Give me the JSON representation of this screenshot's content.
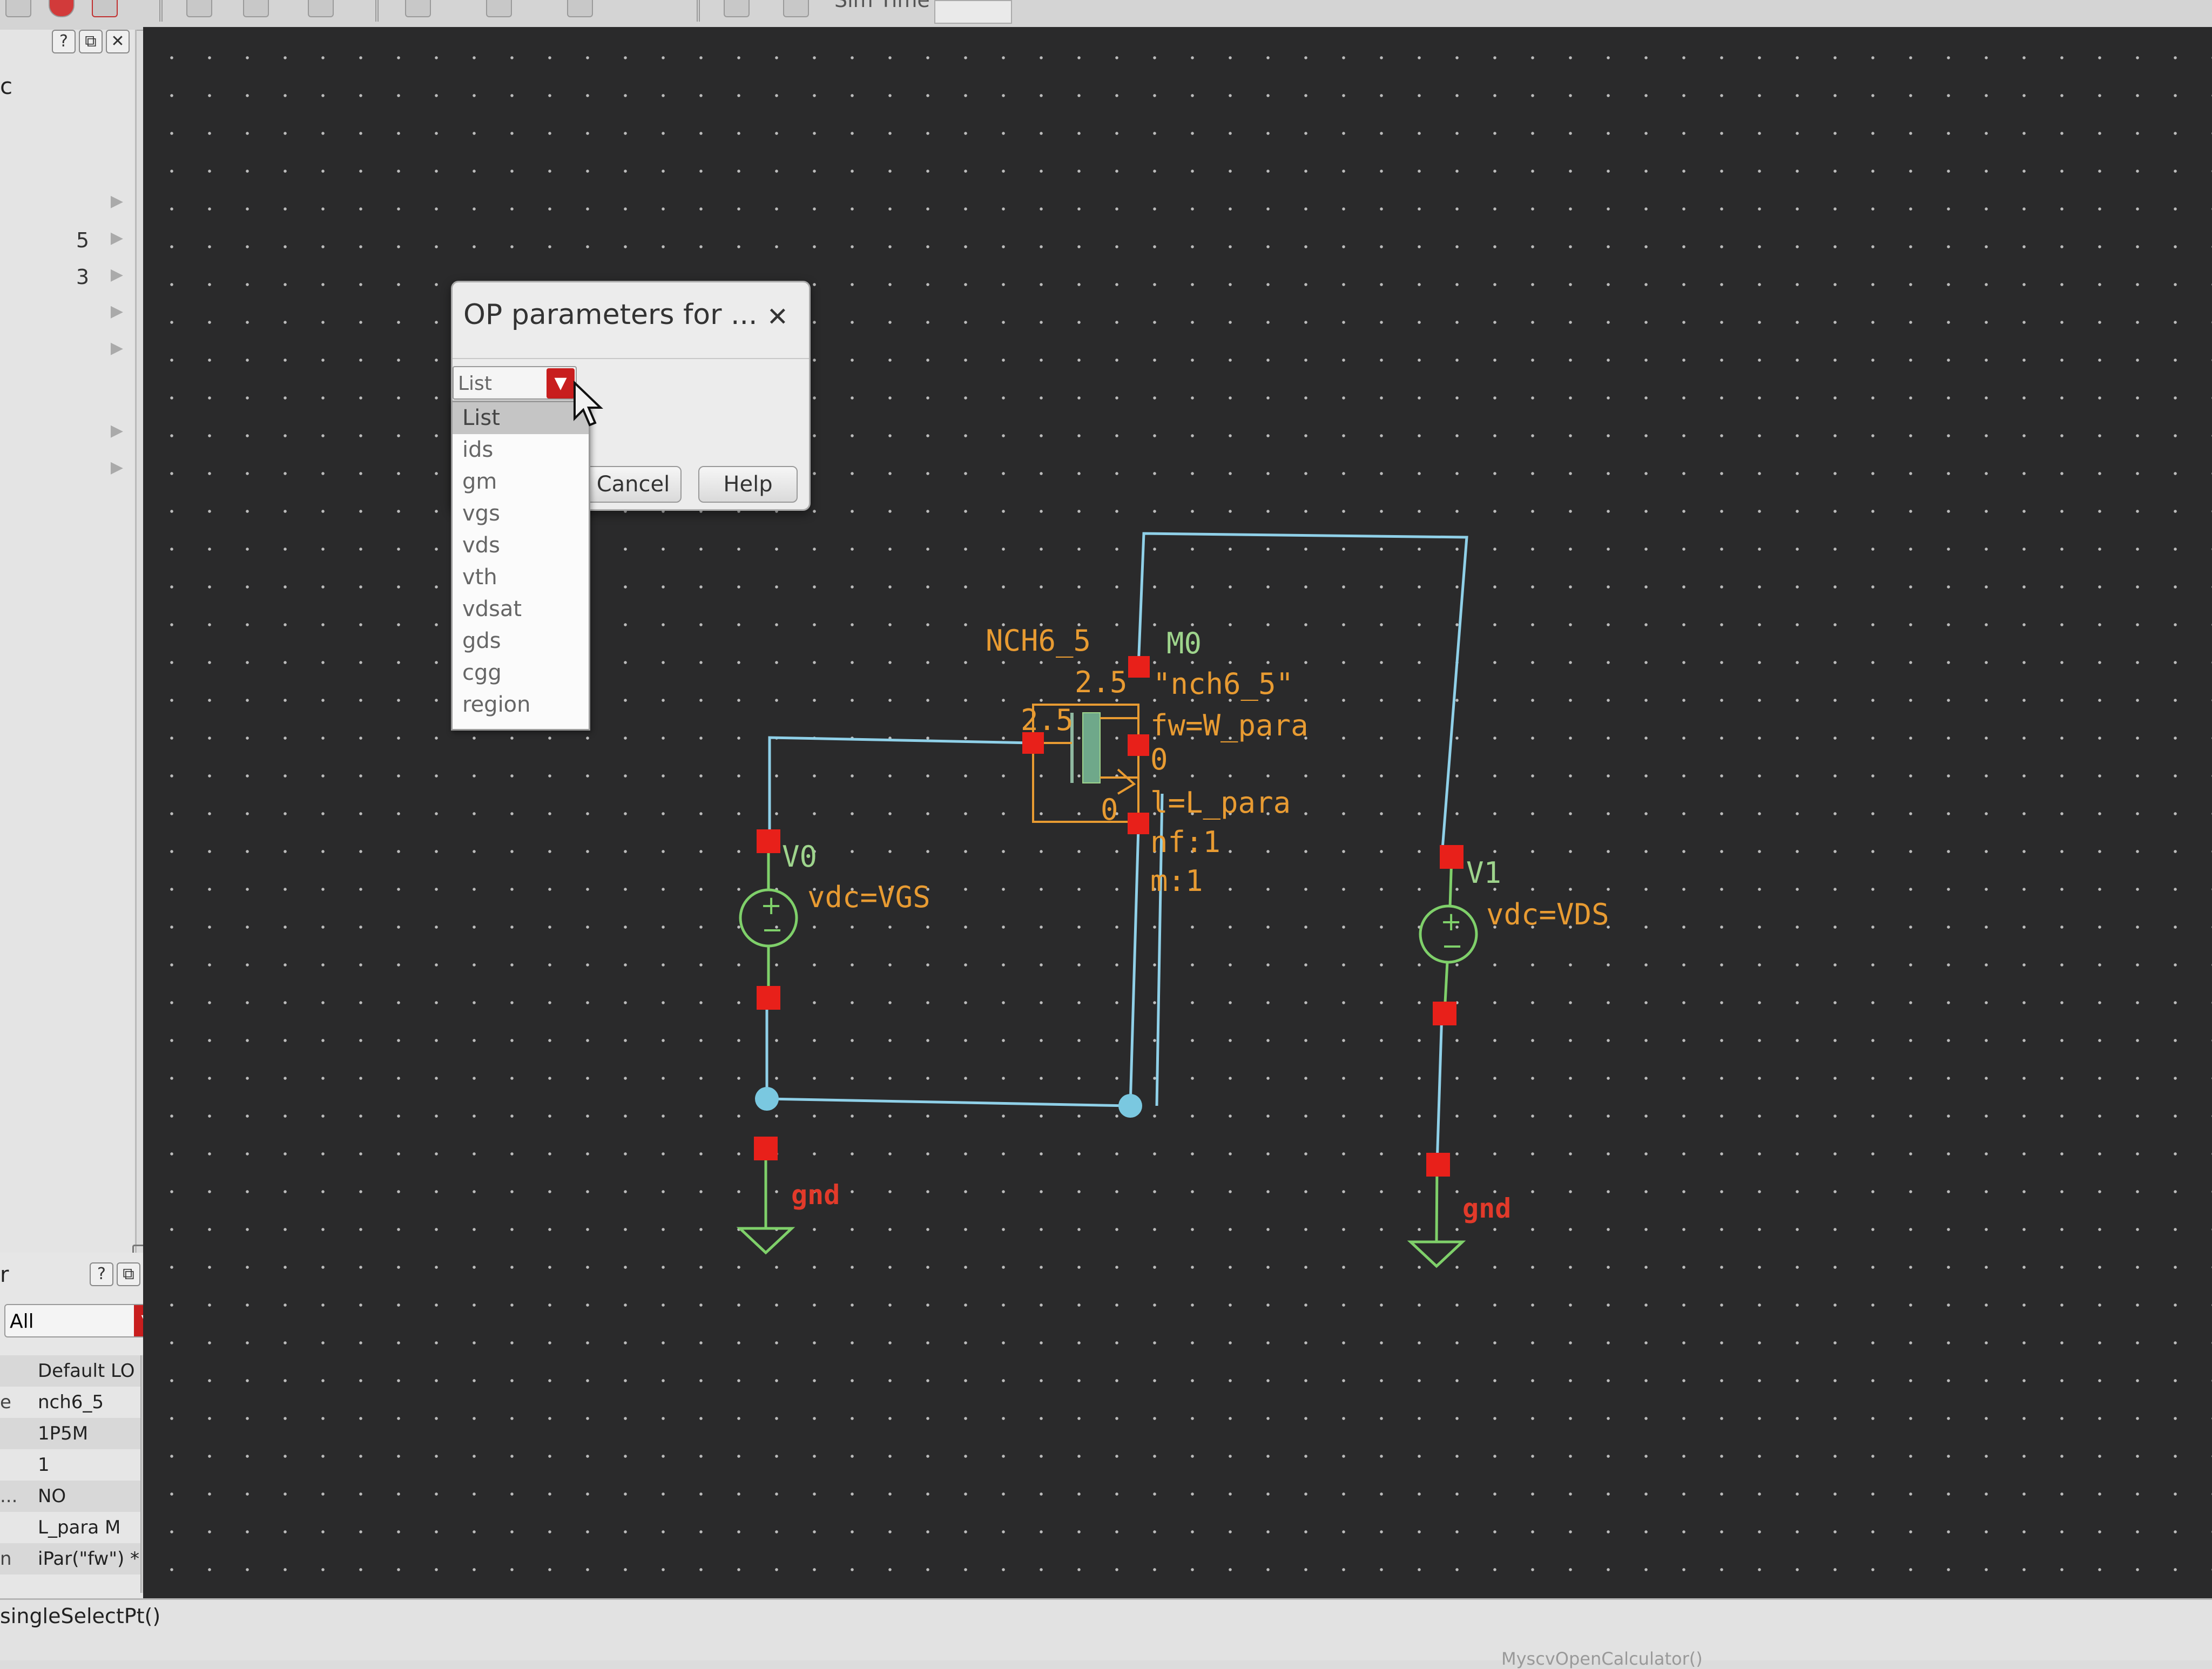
{
  "toolbar": {
    "simtime_label": "Sim Time"
  },
  "left_top_panel": {
    "title": "c",
    "rows": [
      {
        "num": ""
      },
      {
        "num": "5"
      },
      {
        "num": "3"
      },
      {
        "num": ""
      },
      {
        "num": ""
      },
      {
        "num": ""
      },
      {
        "num": ""
      }
    ],
    "buttons": {
      "help": "?",
      "float": "⧉",
      "close": "✕"
    }
  },
  "property_panel": {
    "title": "r",
    "filter_value": "All",
    "rows": [
      {
        "key": "",
        "value": "Default LO"
      },
      {
        "key": "e",
        "value": "nch6_5"
      },
      {
        "key": "",
        "value": "1P5M"
      },
      {
        "key": "",
        "value": "1"
      },
      {
        "key": "...",
        "value": "NO"
      },
      {
        "key": "",
        "value": "L_para M"
      },
      {
        "key": "n",
        "value": "iPar(\"fw\") *"
      }
    ]
  },
  "statusbar": {
    "left_text": "singleSelectPt()",
    "right_text": "MyscvOpenCalculator()"
  },
  "op_dialog": {
    "title": "OP parameters for ...",
    "close_glyph": "✕",
    "selected": "List",
    "cancel_label": "Cancel",
    "help_label": "Help",
    "options": [
      "List",
      "ids",
      "gm",
      "vgs",
      "vds",
      "vth",
      "vdsat",
      "gds",
      "cgg",
      "region"
    ]
  },
  "schematic": {
    "transistor": {
      "cell": "NCH6_5",
      "instance": "M0",
      "model": "\"nch6_5\"",
      "fw": "fw=W_para",
      "l": "l=L_para",
      "nf": "nf:1",
      "m": "m:1",
      "drain_pin": "2.5",
      "gate_pin": "2.5",
      "bulk_pin": "0",
      "source_pin": "0"
    },
    "v0": {
      "name": "V0",
      "value": "vdc=VGS"
    },
    "v1": {
      "name": "V1",
      "value": "vdc=VDS"
    },
    "gnd_left": "gnd",
    "gnd_right": "gnd"
  },
  "colors": {
    "canvas": "#2a2a2b",
    "wire": "#8fd0e8",
    "symbol": "#e89b32",
    "source": "#7fd06a",
    "pin": "#e8201a",
    "ground_label": "#e23a2a"
  }
}
